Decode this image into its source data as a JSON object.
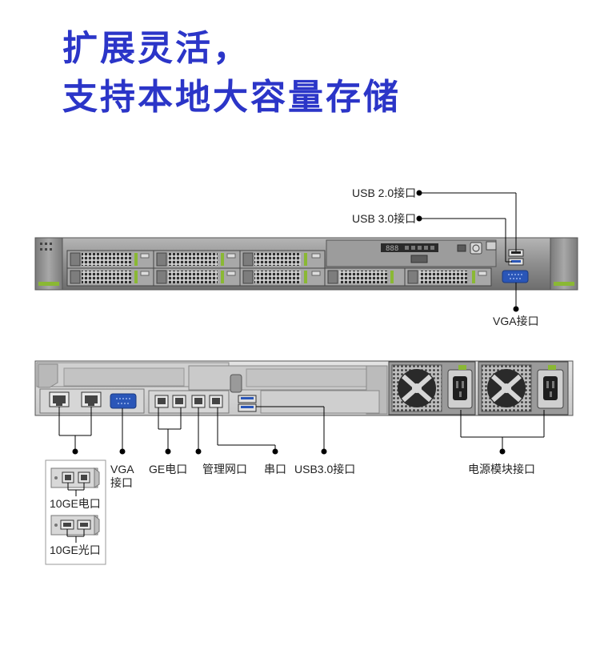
{
  "headline": {
    "line1": "扩展灵活，",
    "line2": "支持本地大容量存储"
  },
  "front_panel": {
    "labels": {
      "usb20": "USB 2.0接口",
      "usb30": "USB 3.0接口",
      "vga": "VGA接口"
    },
    "display_readout": "888"
  },
  "rear_panel": {
    "labels": {
      "vga_line1": "VGA",
      "vga_line2": "接口",
      "ge": "GE电口",
      "mgmt": "管理网口",
      "serial": "串口",
      "usb30": "USB3.0接口",
      "power": "电源模块接口",
      "ge10_electric": "10GE电口",
      "ge10_optical": "10GE光口"
    }
  },
  "colors": {
    "headline": "#2b35c8",
    "accent_green": "#8ab834",
    "vga_blue": "#2a56b8",
    "chassis": "#8a8a8a"
  }
}
